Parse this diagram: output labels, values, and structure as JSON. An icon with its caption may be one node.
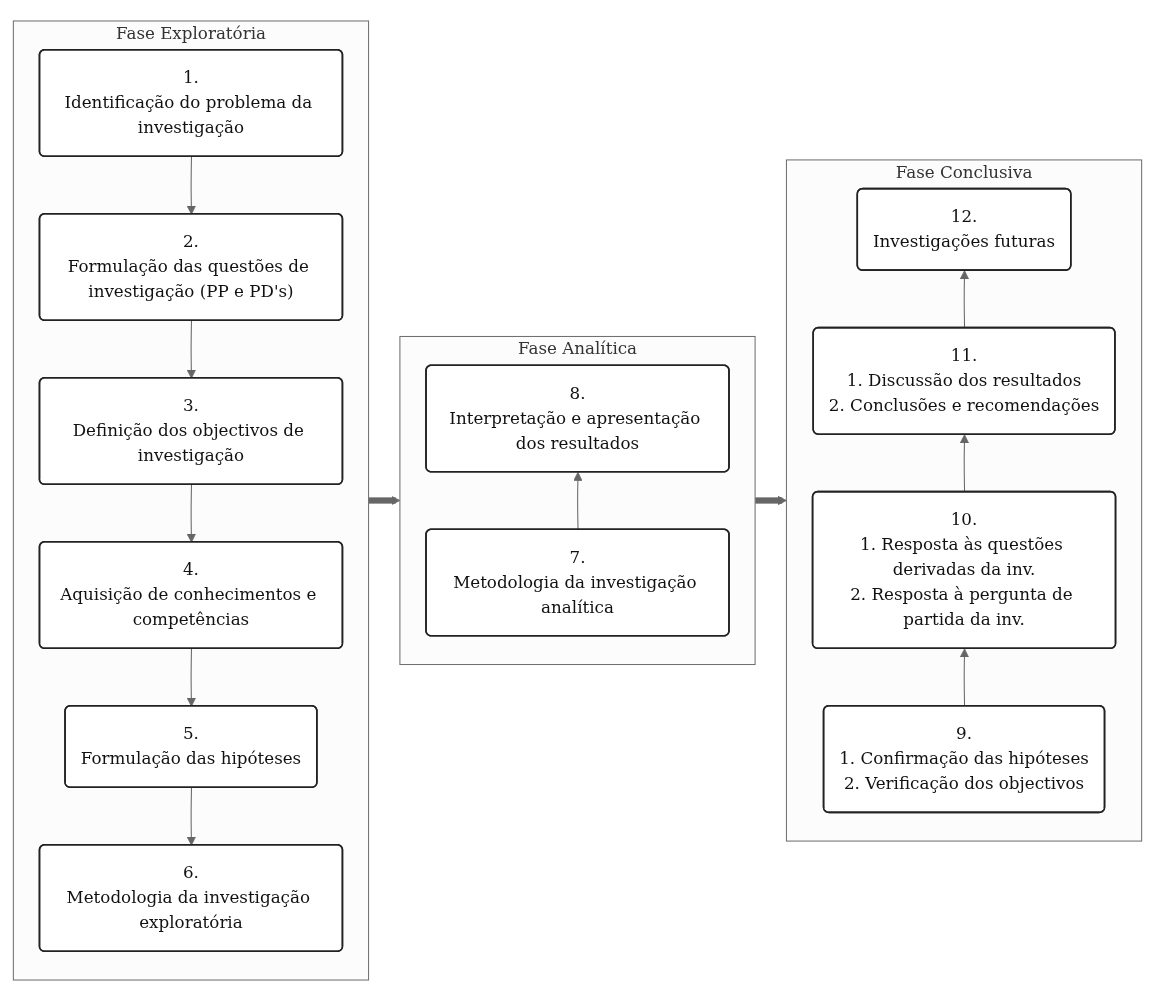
{
  "diagram": {
    "nodes": [
      {
        "text": [
          "Fase Exploratória"
        ]
      },
      {
        "text": [
          "1.",
          "Identificação do problema da investigação"
        ],
        "in": 0
      },
      {
        "text": [
          "2.",
          "Formulação das questões de investigação (PP e PD's)"
        ],
        "in": 0
      },
      {
        "text": [
          "3.",
          "Definição dos objectivos de investigação"
        ],
        "in": 0
      },
      {
        "text": [
          "4.",
          "Aquisição de conhecimentos e competências"
        ],
        "in": 0
      },
      {
        "text": [
          "5.",
          "Formulação das hipóteses"
        ],
        "in": 0
      },
      {
        "text": [
          "6.",
          "Metodologia da investigação exploratória"
        ],
        "in": 0
      },
      {
        "text": [
          "Fase Conclusiva"
        ]
      },
      {
        "text": [
          "12.",
          "Investigações futuras"
        ],
        "in": 7
      },
      {
        "text": [
          "11.",
          "1. Discussão dos resultados",
          "2. Conclusões e recomendações"
        ],
        "in": 7
      },
      {
        "text": [
          "10.",
          "1. Resposta às questões derivadas da inv.",
          "2. Resposta à pergunta de partida da inv."
        ],
        "in": 7
      },
      {
        "text": [
          "9.",
          "1. Confirmação das hipóteses",
          "2. Verificação dos objectivos"
        ],
        "in": 7
      },
      {
        "text": [
          "Fase Analítica"
        ]
      },
      {
        "text": [
          "8.",
          "Interpretação e apresentação dos resultados"
        ],
        "in": 12
      },
      {
        "text": [
          "7.",
          "Metodologia da investigação analítica"
        ],
        "in": 12
      }
    ],
    "edges": [
      {
        "from": 1,
        "to": 2,
        "arrow": "to"
      },
      {
        "from": 2,
        "to": 3,
        "arrow": "to"
      },
      {
        "from": 3,
        "to": 4,
        "arrow": "to"
      },
      {
        "from": 4,
        "to": 5,
        "arrow": "to"
      },
      {
        "from": 5,
        "to": 6,
        "arrow": "to"
      },
      {
        "from": 0,
        "to": 12,
        "arrow": "to",
        "style": "thick"
      },
      {
        "from": 14,
        "to": 13,
        "arrow": "to"
      },
      {
        "from": 12,
        "to": 7,
        "arrow": "to",
        "style": "thick"
      },
      {
        "from": 11,
        "to": 10,
        "arrow": "to"
      },
      {
        "from": 10,
        "to": 9,
        "arrow": "to"
      },
      {
        "from": 9,
        "to": 8,
        "arrow": "to"
      }
    ]
  }
}
